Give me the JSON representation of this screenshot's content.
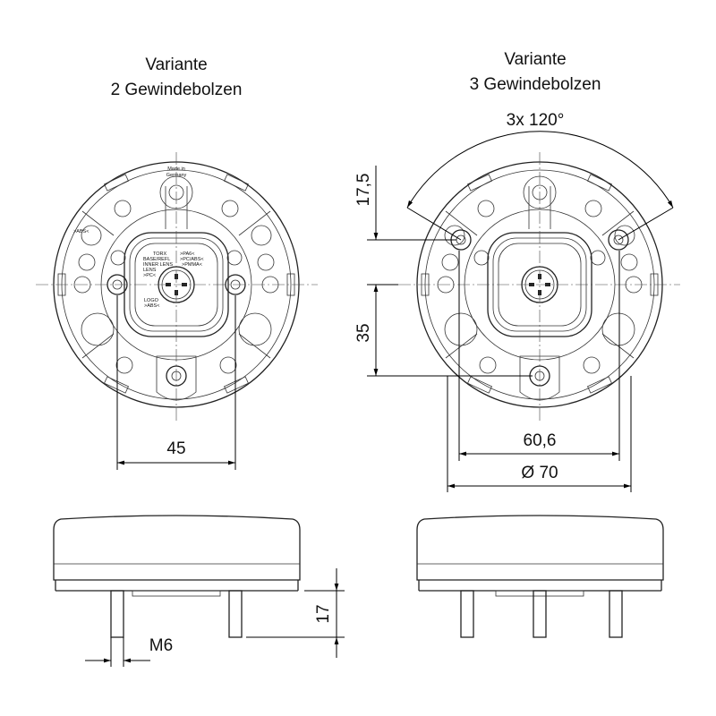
{
  "left": {
    "title_line1": "Variante",
    "title_line2": "2 Gewindebolzen"
  },
  "right": {
    "title_line1": "Variante",
    "title_line2": "3 Gewindebolzen"
  },
  "lamp_labels": {
    "made_in": "Made in",
    "germany": "Germany",
    "torx": "TORX",
    "pa6": ">PA6<",
    "base_refl": "BASE/REFL",
    "pc_abs": ">PC/ABS<",
    "inner_lens": "INNER LENS",
    "pmma": ">PMMA<",
    "lens": "LENS",
    "pc": ">PC<",
    "logo": "LOGO",
    "abs": ">ABS<",
    "abs_side": ">ABS<"
  },
  "dimensions": {
    "bolt_spacing_2": "45",
    "bolt_circle_3": "60,6",
    "diameter": "Ø 70",
    "angle": "3x 120°",
    "offset_top": "17,5",
    "offset_bottom": "35",
    "bolt_length": "17",
    "thread": "M6"
  }
}
